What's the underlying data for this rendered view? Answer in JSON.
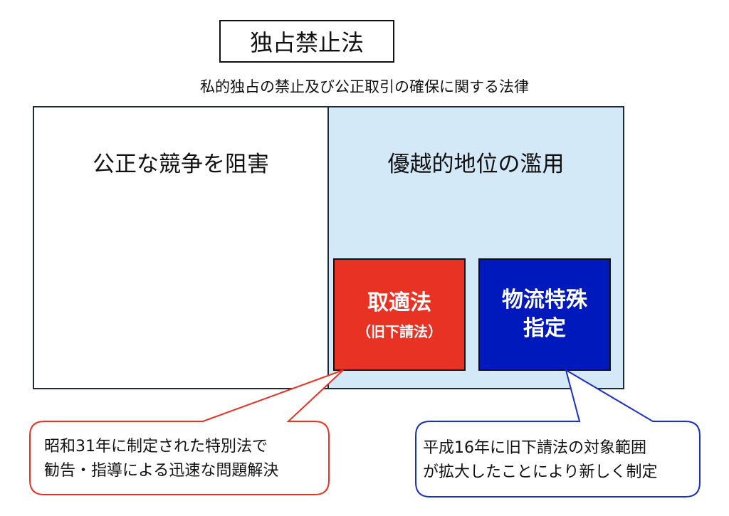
{
  "title": "独占禁止法",
  "subtitle": "私的独占の禁止及び公正取引の確保に関する法律",
  "left_panel": {
    "title": "公正な競争を阻害"
  },
  "right_panel": {
    "title": "優越的地位の濫用"
  },
  "red_box": {
    "title": "取適法",
    "subtitle": "（旧下請法）",
    "color": "#e83223"
  },
  "blue_box": {
    "line1": "物流特殊",
    "line2": "指定",
    "color": "#0019bd"
  },
  "left_callout": {
    "line1": "昭和31年に制定された特別法で",
    "line2": "勧告・指導による迅速な問題解決",
    "color": "#e83223"
  },
  "right_callout": {
    "line1": "平成16年に旧下請法の対象範囲",
    "line2": "が拡大したことにより新しく制定",
    "color": "#1a2fc4"
  }
}
